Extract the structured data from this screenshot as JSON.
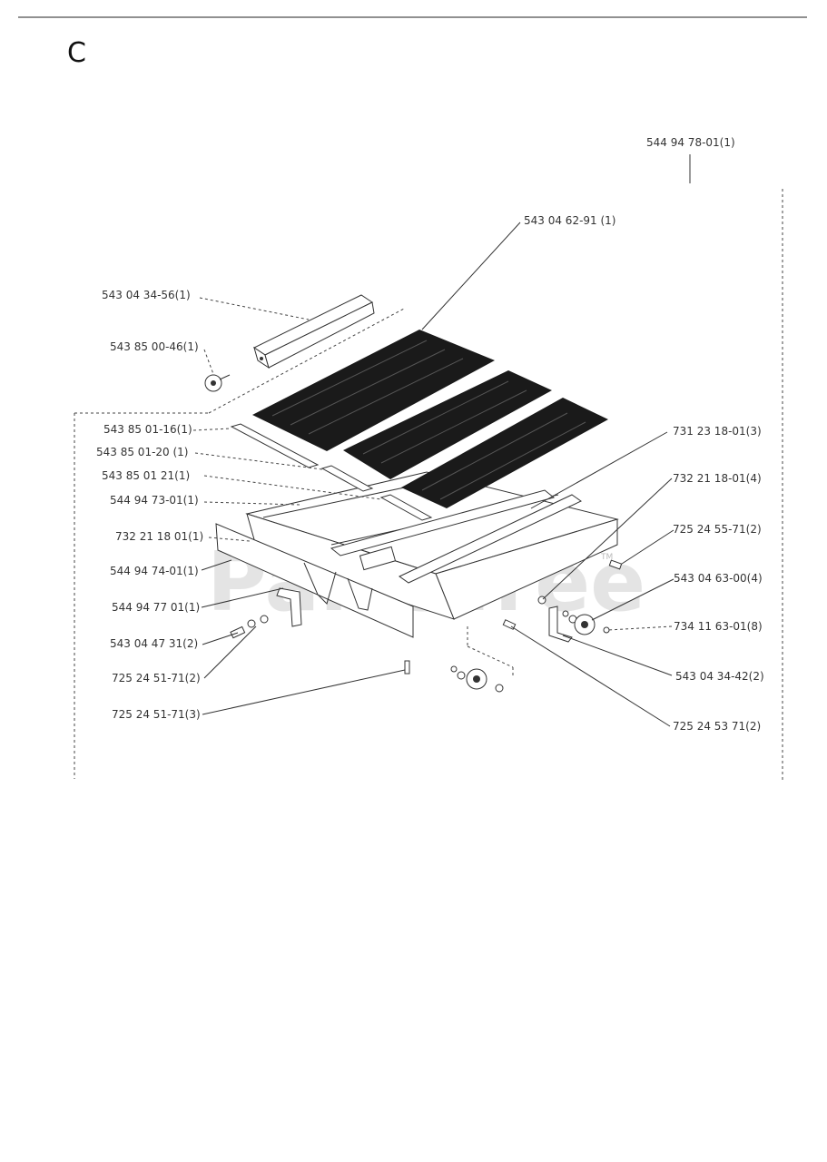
{
  "section_letter": "C",
  "watermark": {
    "text": "PartsTree",
    "tm": "TM"
  },
  "labels": {
    "assembly": "544 94 78-01(1)",
    "p1": "543 04 62-91 (1)",
    "p2": "543 04 34-56(1)",
    "p3": "543 85 00-46(1)",
    "p4": "543 85 01-16(1)",
    "p5": "543 85 01-20 (1)",
    "p6": "543 85 01 21(1)",
    "p7": "544 94 73-01(1)",
    "p8": "732 21 18 01(1)",
    "p9": "544 94 74-01(1)",
    "p10": "544 94 77 01(1)",
    "p11": "543 04 47 31(2)",
    "p12": "725 24 51-71(2)",
    "p13": "725 24 51-71(3)",
    "p14": "731 23 18-01(3)",
    "p15": "732 21 18-01(4)",
    "p16": "725 24 55-71(2)",
    "p17": "543 04 63-00(4)",
    "p18": "734 11 63-01(8)",
    "p19": "543 04 34-42(2)",
    "p20": "725 24 53 71(2)"
  }
}
